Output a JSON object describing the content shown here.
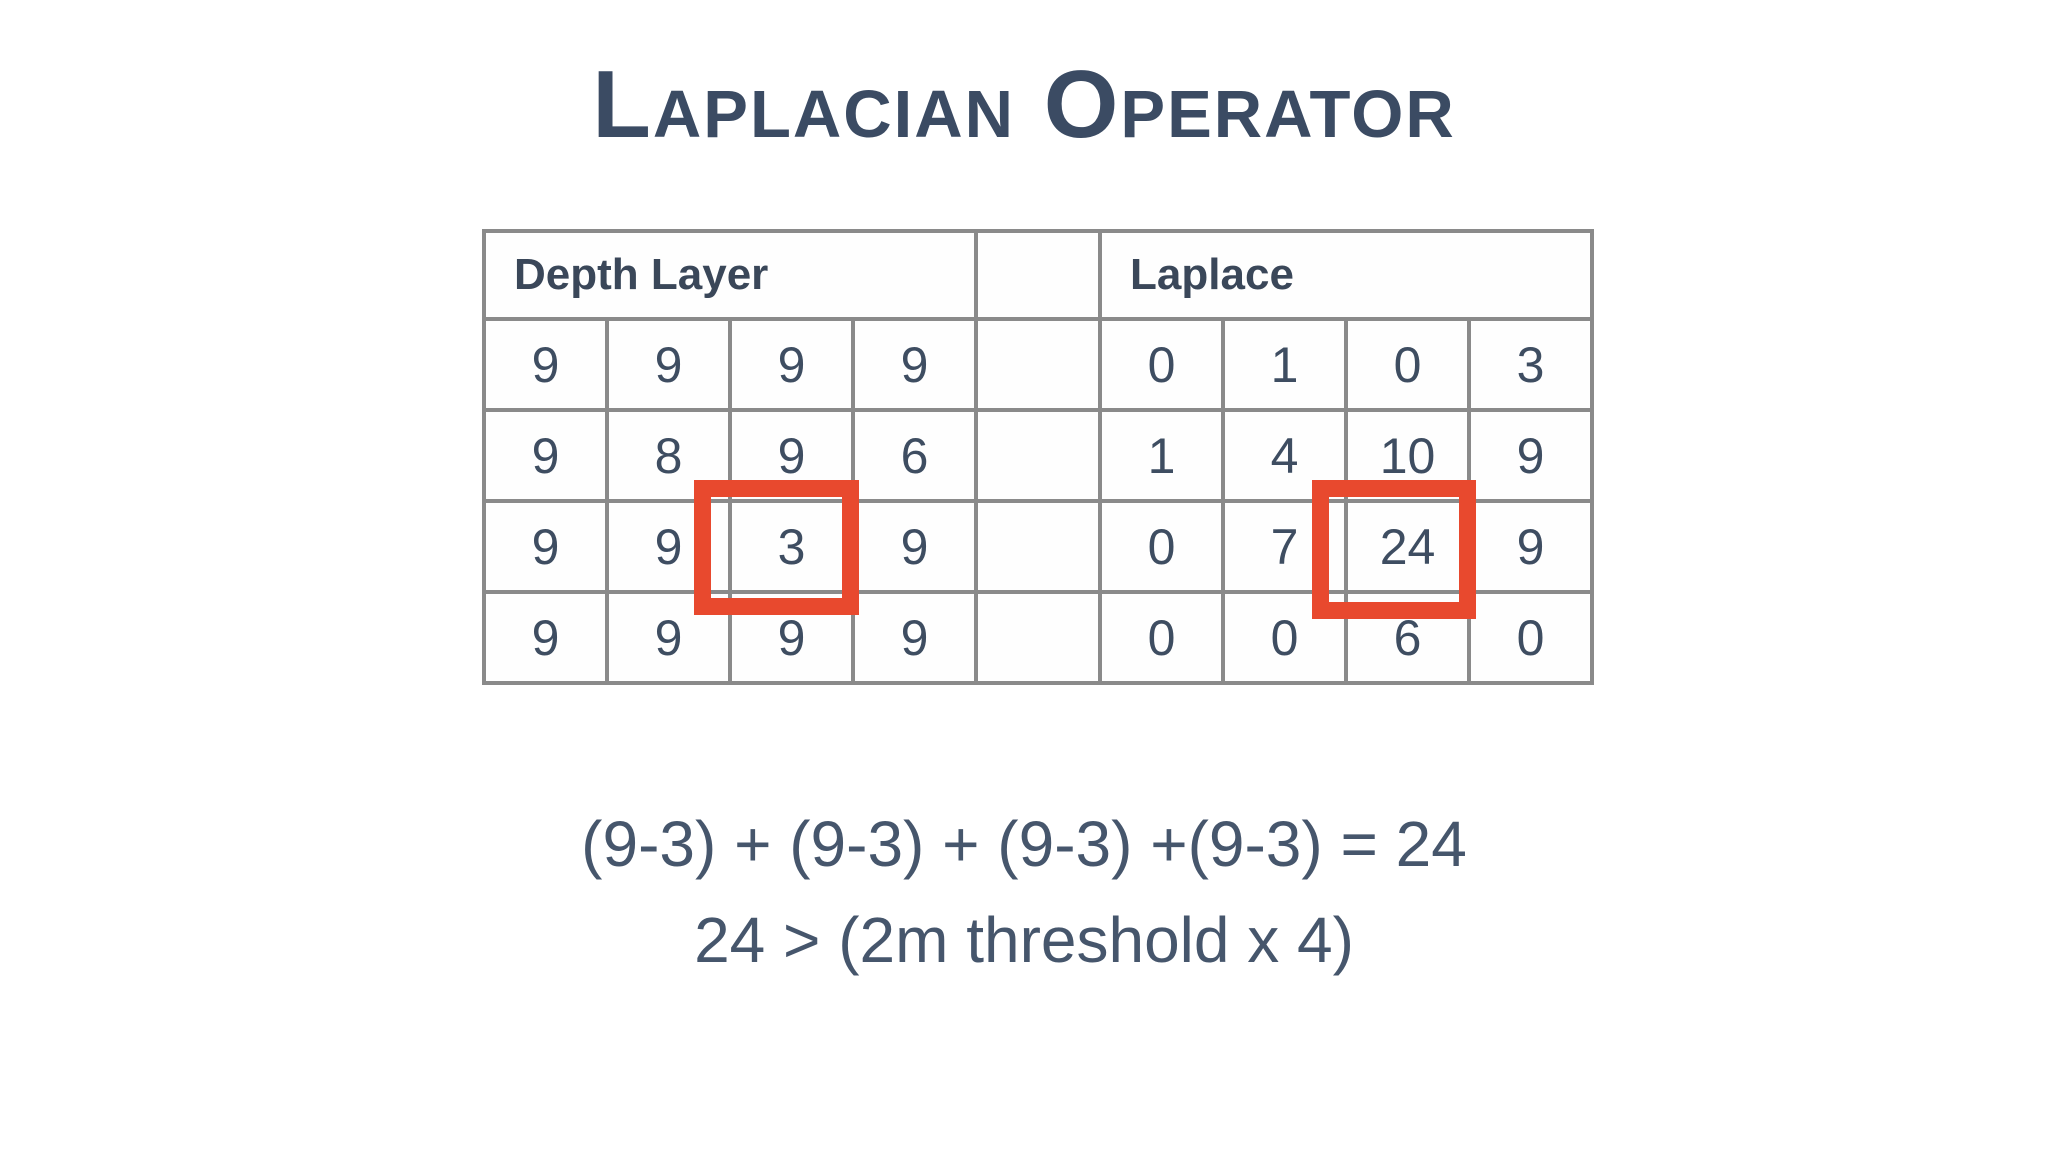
{
  "title": {
    "text": "Laplacian Operator"
  },
  "table": {
    "left_header": "Depth Layer",
    "right_header": "Laplace",
    "rows": [
      {
        "left": [
          9,
          9,
          9,
          9
        ],
        "right": [
          0,
          1,
          0,
          3
        ]
      },
      {
        "left": [
          9,
          8,
          9,
          6
        ],
        "right": [
          1,
          4,
          10,
          9
        ]
      },
      {
        "left": [
          9,
          9,
          3,
          9
        ],
        "right": [
          0,
          7,
          24,
          9
        ]
      },
      {
        "left": [
          9,
          9,
          9,
          9
        ],
        "right": [
          0,
          0,
          6,
          0
        ]
      }
    ],
    "highlighted_cells": {
      "depth": {
        "row": 3,
        "col": 3,
        "value": 3
      },
      "laplace": {
        "row": 3,
        "col": 3,
        "value": 24
      }
    }
  },
  "formula": {
    "line1": "(9-3) + (9-3) + (9-3) +(9-3) = 24",
    "line2": "24 > (2m threshold x 4)"
  },
  "colors": {
    "title_text": "#3b4b63",
    "cell_text": "#3e4d61",
    "grid_line": "#8a8a8a",
    "highlight_red": "#e8492e",
    "background": "#ffffff"
  }
}
